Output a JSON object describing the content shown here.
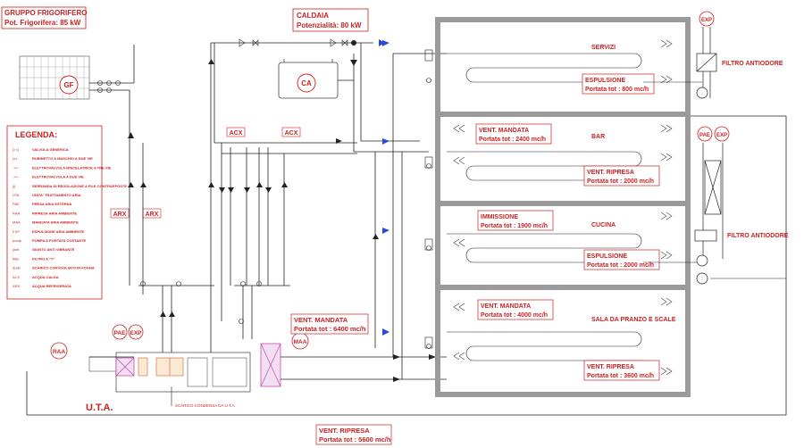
{
  "headers": {
    "chiller": {
      "title": "GRUPPO FRIGORIFERO",
      "subtitle": "Pot. Frigorifera:  85 kW"
    },
    "boiler": {
      "title": "CALDAIA",
      "subtitle": "Potenzialità:  80 kW"
    }
  },
  "units": {
    "gf": "GF",
    "ca": "CA",
    "raa": "RAA",
    "maa": "MAA",
    "pae": "PAE",
    "exp": "EXP",
    "uta": "U.T.A."
  },
  "legend": {
    "title": "LEGENDA:",
    "items": [
      {
        "symbol": "[><]",
        "label": "VALVOLA GENERICA"
      },
      {
        "symbol": "(x)",
        "label": "RUBINETTO A MASCHIO A DUE VIE"
      },
      {
        "symbol": "-><-",
        "label": "ELETTROVALVOLA  MISCELATRICE A TRE VIE"
      },
      {
        "symbol": "-><-",
        "label": "ELETTROVALVOLA A DUE VIE"
      },
      {
        "symbol": "|||",
        "label": "SERRANDA DI REGOLAZIONE A FILE CONTRAPPOSTE"
      },
      {
        "symbol": "UTA",
        "label": "UNITA' TRATTAMENTO ARIA"
      },
      {
        "symbol": "PAE",
        "label": "PRESA ARIA ESTERNA"
      },
      {
        "symbol": "RAA",
        "label": "RIPRESA ARIA AMBIENTE"
      },
      {
        "symbol": "MAA",
        "label": "MANDATA ARIA AMBIENTE"
      },
      {
        "symbol": "EXP",
        "label": "ESPULSIONE ARIA AMBIENTE"
      },
      {
        "symbol": "pump",
        "label": "POMPA A PORTATA COSTANTE"
      },
      {
        "symbol": "joint",
        "label": "GIUNTO ANTI VIBRANTE"
      },
      {
        "symbol": "filter",
        "label": "FILTRO A \"Y\""
      },
      {
        "symbol": "drain",
        "label": "SCARICO CONVOGLIATO IN FOGNA"
      },
      {
        "symbol": "ACX",
        "label": "ACQUA CALDA"
      },
      {
        "symbol": "ARX",
        "label": "ACQUA REFRIGERATA"
      }
    ]
  },
  "pipe_labels": {
    "acx": "ACX",
    "arx": "ARX"
  },
  "rooms": [
    {
      "name": "SERVIZI",
      "label_a": "ESPULSIONE",
      "flow_a": "Portata tot :  800 mc/h"
    },
    {
      "name": "BAR",
      "label_a": "VENT. MANDATA",
      "flow_a": "Portata tot :  2400 mc/h",
      "label_b": "VENT. RIPRESA",
      "flow_b": "Portata tot :  2000 mc/h"
    },
    {
      "name": "CUCINA",
      "label_a": "IMMISSIONE",
      "flow_a": "Portata tot :  1900 mc/h",
      "label_b": "ESPULSIONE",
      "flow_b": "Portata tot :  2000 mc/h"
    },
    {
      "name": "SALA DA PRANZO E SCALE",
      "label_a": "VENT. MANDATA",
      "flow_a": "Portata tot :  4000 mc/h",
      "label_b": "VENT. RIPRESA",
      "flow_b": "Portata tot :  3600 mc/h"
    }
  ],
  "filters": {
    "top": "FILTRO ANTIODORE",
    "mid": "FILTRO ANTIODORE"
  },
  "main_supply": {
    "label": "VENT. MANDATA",
    "flow": "Portata tot :  6400 mc/h"
  },
  "main_return": {
    "label": "VENT. RIPRESA",
    "flow": "Portata tot :  5600 mc/h"
  },
  "drain_note": "SCARICO CONDENSA DA U.T.A.",
  "colors": {
    "accent": "#cc1f1f",
    "line": "#222222",
    "arrow_blue": "#2a4bd6",
    "wall": "#9a9a9a"
  }
}
